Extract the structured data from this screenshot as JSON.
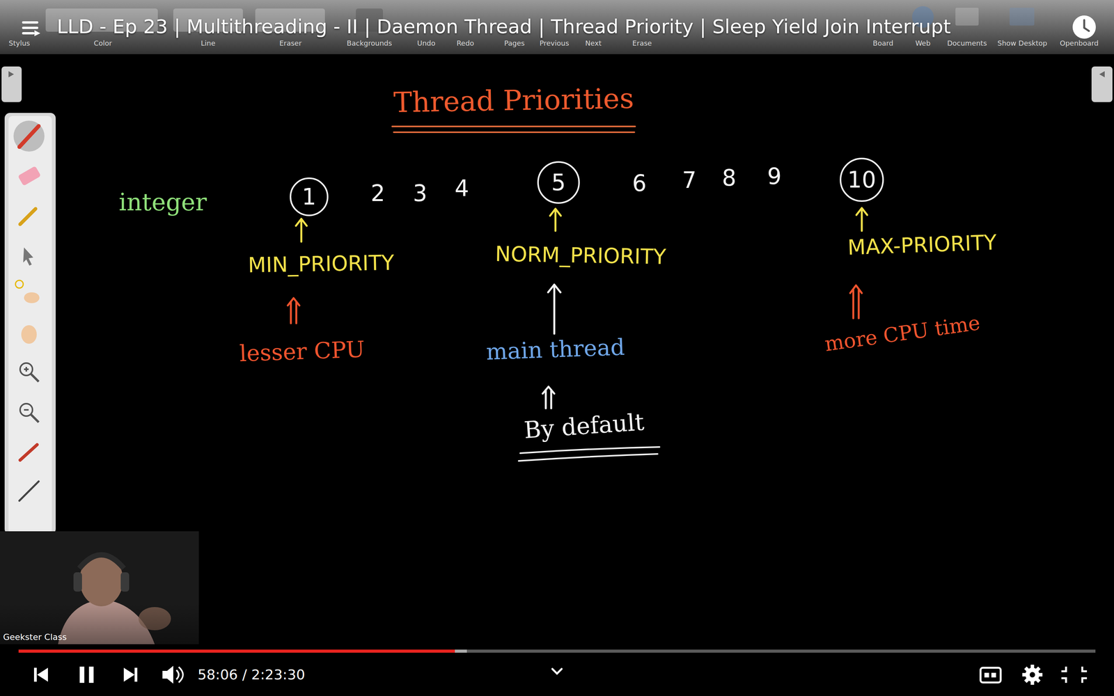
{
  "diagram": {
    "title": "Thread Priorities",
    "nodes": [
      {
        "text": [
          "1"
        ]
      },
      {
        "text": [
          "5"
        ]
      },
      {
        "text": [
          "10"
        ]
      }
    ],
    "labels": [
      "LLD - Ep 23 | Multithreading - II | Daemon Thread | Thread Priority | Sleep Yield Join Interrupt",
      "Stylus",
      "Color",
      "Line",
      "Eraser",
      "Backgrounds",
      "Undo",
      "Redo",
      "Pages",
      "Previous",
      "Next",
      "Erase",
      "Board",
      "Web",
      "Documents",
      "Show Desktop",
      "Openboard",
      "integer",
      "2",
      "3",
      "4",
      "6",
      "7",
      "8",
      "9",
      "MIN_PRIORITY",
      "NORM_PRIORITY",
      "MAX-PRIORITY",
      "lesser CPU",
      "main thread",
      "more CPU time",
      "By default",
      "Geekster Class",
      "58:06 / 2:23:30"
    ]
  }
}
